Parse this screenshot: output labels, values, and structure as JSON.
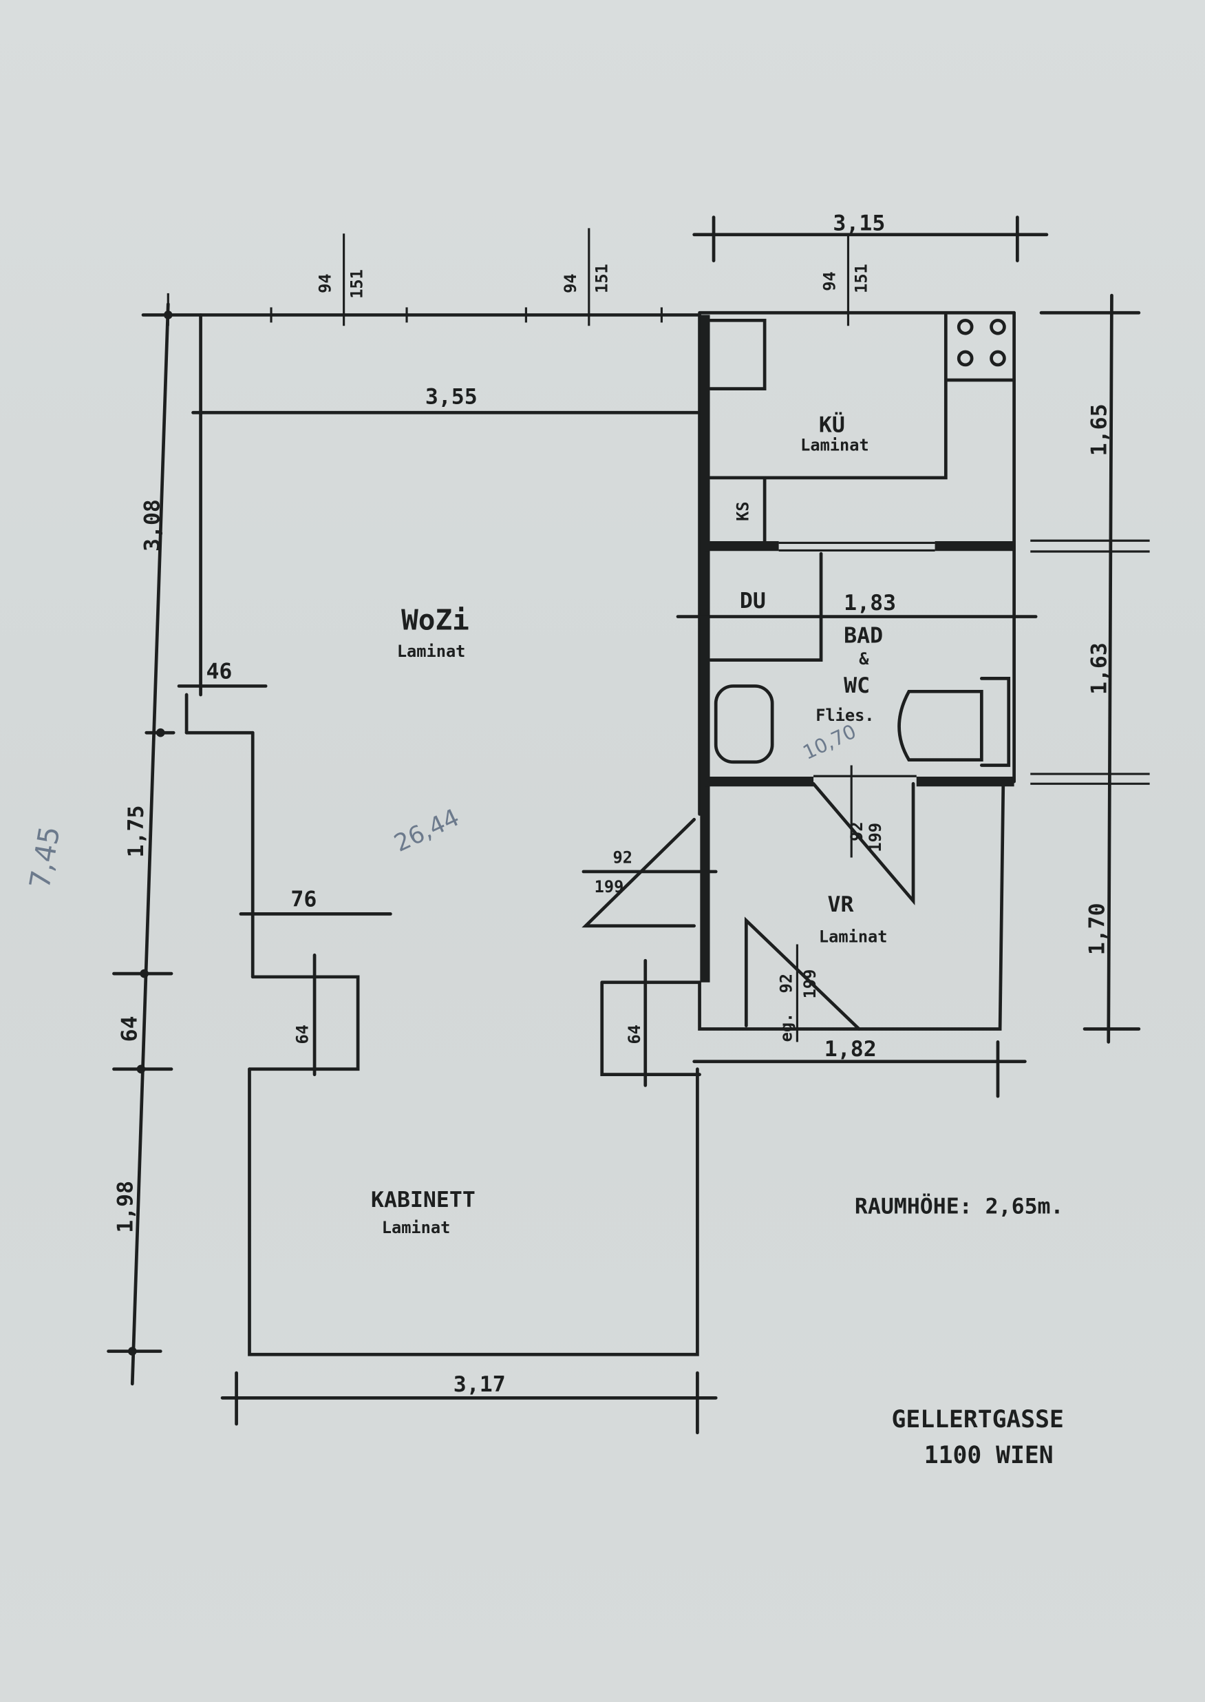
{
  "rooms": {
    "wozi": {
      "name": "WoZi",
      "floor": "Laminat"
    },
    "kueche": {
      "name": "KÜ",
      "floor": "Laminat"
    },
    "ks": {
      "name": "KS"
    },
    "du": {
      "name": "DU"
    },
    "bad": {
      "name": "BAD",
      "amp": "&",
      "wc": "WC",
      "floor": "Flies."
    },
    "vr": {
      "name": "VR",
      "floor": "Laminat"
    },
    "kabinett": {
      "name": "KABINETT",
      "floor": "Laminat"
    }
  },
  "dimensions": {
    "top_kitchen_width": "3,15",
    "window_1_width": "94",
    "window_1_height": "151",
    "window_2_width": "94",
    "window_2_height": "151",
    "window_3_width": "94",
    "window_3_height": "151",
    "wozi_width": "3,55",
    "wozi_depth": "3,08",
    "niche_46": "46",
    "left_1_75": "1,75",
    "niche_76": "76",
    "left_64": "64",
    "pillar_64": "64",
    "opening_64": "64",
    "kabinett_depth": "1,98",
    "kabinett_width": "3,17",
    "kitchen_depth": "1,65",
    "bad_width": "1,83",
    "bad_depth": "1,63",
    "vr_depth": "1,70",
    "vr_width": "1,82",
    "door_wozi": {
      "width": "92",
      "height": "199"
    },
    "door_bad": {
      "width": "92",
      "height": "199"
    },
    "door_entry": {
      "width": "92",
      "height": "199",
      "note": "eg."
    }
  },
  "notes": {
    "room_height": "RAUMHÖHE: 2,65m.",
    "address_street": "GELLERTGASSE",
    "address_city": "1100 WIEN"
  },
  "pencil_notes": {
    "total": "7,45",
    "wozi_area": "26,44",
    "bad_area": "10,70"
  }
}
